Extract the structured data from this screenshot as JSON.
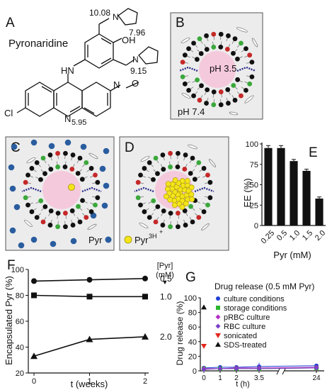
{
  "colors": {
    "panel_bg": "#ececec",
    "vesicle_interior": "#f5c9dc",
    "lipid_black": "#111111",
    "lipid_red": "#c62828",
    "lipid_green": "#3aa83a",
    "drug_blue": "#2a5d9f",
    "drug_yellow": "#f4e41a",
    "membrane_blue": "#2b2b8a"
  },
  "panel_a": {
    "letter": "A",
    "name": "Pyronaridine",
    "pka_1": "10.08",
    "pka_2": "7.96",
    "pka_3": "9.15",
    "pka_4": "5.95",
    "atom_oh": "OH",
    "atom_hn": "HN",
    "atom_n": "N",
    "atom_o": "O",
    "atom_cl": "Cl"
  },
  "panel_b": {
    "letter": "B",
    "inner_ph": "pH 3.5",
    "outer_ph": "pH 7.4"
  },
  "panel_c": {
    "letter": "C",
    "legend": "Pyr"
  },
  "panel_d": {
    "letter": "D",
    "legend": "Pyr",
    "legend_sup": "3H",
    "legend_charge": "+"
  },
  "panel_e": {
    "letter": "E",
    "chart_data": {
      "type": "bar",
      "categories": [
        "0.25",
        "0.5",
        "1.0",
        "1.5",
        "2.0"
      ],
      "values": [
        95,
        95,
        79,
        67,
        33
      ],
      "errors": [
        3,
        3,
        2,
        2,
        2
      ],
      "ylabel": "EE (%)",
      "xlabel": "Pyr (mM)",
      "ylim": [
        0,
        100
      ],
      "yticks": [
        "0",
        "25",
        "50",
        "75",
        "100"
      ]
    }
  },
  "panel_f": {
    "letter": "F",
    "chart_data": {
      "type": "line",
      "x": [
        0,
        1,
        2
      ],
      "series": [
        {
          "name": "0.5",
          "marker": "circle",
          "values": [
            91,
            92,
            93
          ]
        },
        {
          "name": "1.0",
          "marker": "square",
          "values": [
            80,
            79,
            79
          ]
        },
        {
          "name": "2.0",
          "marker": "triangle",
          "values": [
            33,
            46,
            48
          ]
        }
      ],
      "ylabel": "Encapsulated Pyr (%)",
      "xlabel": "t (weeks)",
      "ylim": [
        20,
        100
      ],
      "xlim": [
        0,
        2
      ],
      "yticks": [
        "20",
        "40",
        "60",
        "80",
        "100"
      ],
      "xticks": [
        "0",
        "1",
        "2"
      ],
      "legend_title_1": "[Pyr]",
      "legend_title_2": "(mM)",
      "legend_arrow": "▼"
    }
  },
  "panel_g": {
    "letter": "G",
    "chart_data": {
      "type": "scatter",
      "title": "Drug release (0.5 mM Pyr)",
      "ylabel": "Drug release (%)",
      "xlabel": "t (h)",
      "ylim": [
        0,
        100
      ],
      "yticks": [
        "0",
        "20",
        "40",
        "60",
        "80",
        "100"
      ],
      "xticks": [
        "0",
        "1",
        "2",
        "3.5",
        "24"
      ],
      "series": [
        {
          "name": "culture conditions",
          "color": "#1f3fd6",
          "marker": "circle",
          "x": [
            0,
            1,
            2,
            3.5,
            24
          ],
          "y": [
            4,
            5,
            5,
            6,
            7
          ]
        },
        {
          "name": "storage conditions",
          "color": "#2db52d",
          "marker": "square",
          "x": [
            0,
            1,
            2,
            3.5,
            24
          ],
          "y": [
            3,
            3,
            3,
            3,
            4
          ]
        },
        {
          "name": "pRBC culture",
          "color": "#b22fc4",
          "marker": "diamond",
          "x": [
            0,
            1,
            2,
            3.5,
            24
          ],
          "y": [
            3,
            3,
            4,
            4,
            5
          ]
        },
        {
          "name": "RBC culture",
          "color": "#7a3fc8",
          "marker": "diamond",
          "x": [
            0,
            1,
            2,
            3.5,
            24
          ],
          "y": [
            2,
            3,
            3,
            3,
            4
          ]
        },
        {
          "name": "sonicated",
          "color": "#e3261c",
          "marker": "triangle-down",
          "x": [
            0
          ],
          "y": [
            34
          ]
        },
        {
          "name": "SDS-treated",
          "color": "#111111",
          "marker": "triangle",
          "x": [
            0
          ],
          "y": [
            87
          ]
        }
      ]
    }
  }
}
